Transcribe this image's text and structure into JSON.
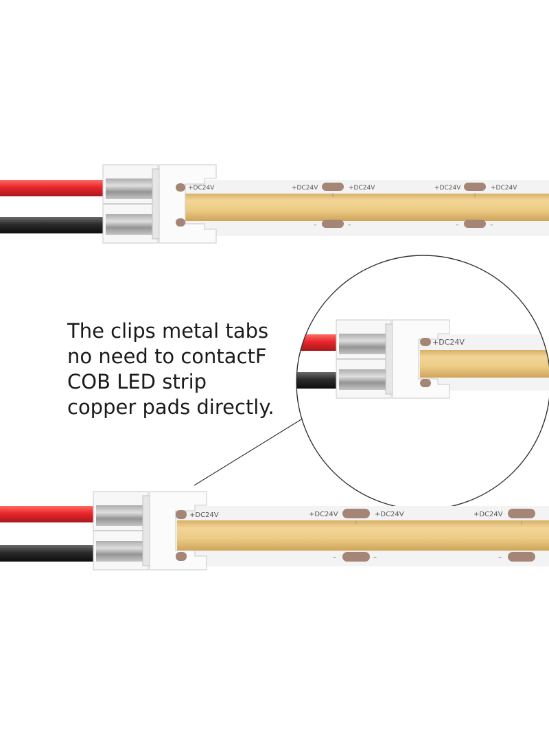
{
  "caption": {
    "line1": "The clips metal tabs",
    "line2": "no need to contactF",
    "line3": "COB LED strip",
    "line4": "copper pads directly."
  },
  "strip": {
    "positive_label": "+DC24V",
    "negative_label": "–"
  },
  "colors": {
    "red_wire": "#e8262b",
    "black_wire": "#2a2a2a",
    "cob_strip": "#e8c882",
    "copper_pad": "#a48576",
    "pcb": "#f3f3f3"
  }
}
